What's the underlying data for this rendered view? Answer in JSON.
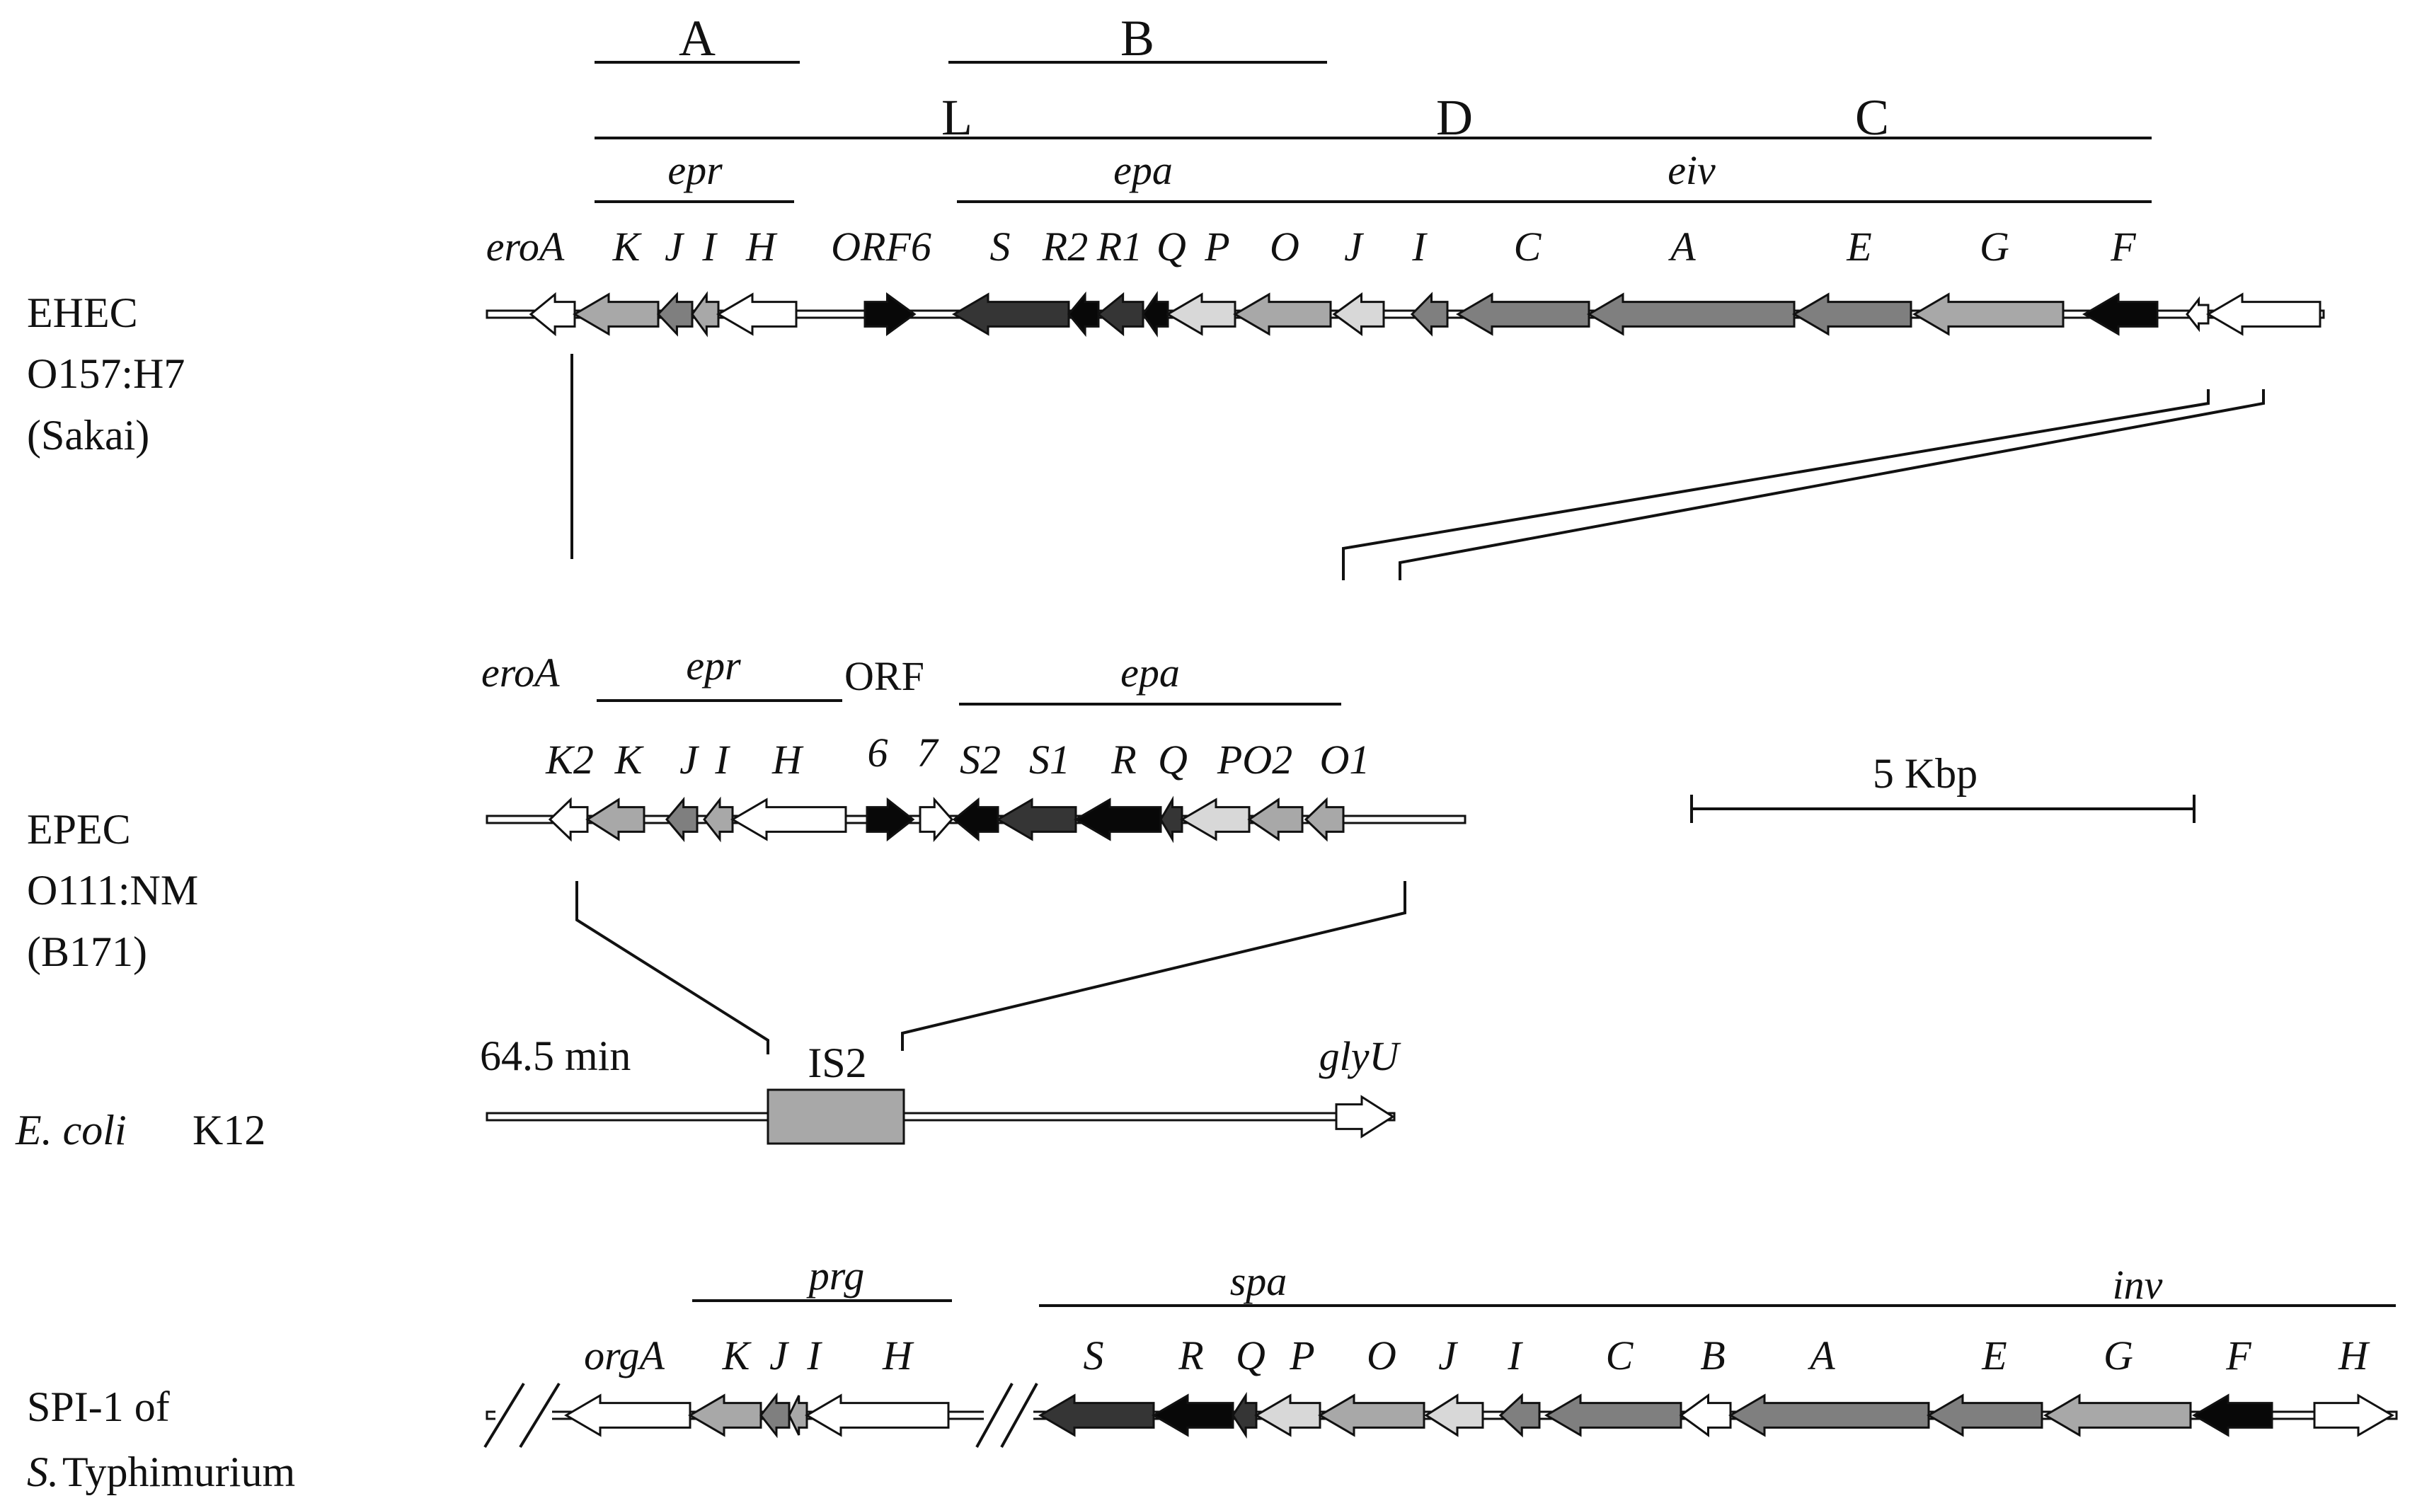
{
  "colors": {
    "white": "#ffffff",
    "light": "#d8d8d8",
    "mid": "#a8a8a8",
    "dark": "#7f7f7f",
    "vdark": "#353535",
    "black": "#080808",
    "line": "#111111"
  },
  "strains": {
    "ehec": [
      "EHEC",
      "O157:H7",
      "(Sakai)"
    ],
    "epec": [
      "EPEC",
      "O111:NM",
      "(B171)"
    ],
    "ecoli": {
      "name": "E. coli",
      "strain": "K12"
    },
    "spi": {
      "prefix": "SPI-1 of",
      "genus": "S.",
      "species": "Typhimurium"
    }
  },
  "ehec": {
    "regions": {
      "A": "A",
      "B": "B",
      "L": "L",
      "D": "D",
      "C": "C"
    },
    "operons": {
      "epr": "epr",
      "epa": "epa",
      "eiv": "eiv"
    },
    "genes": {
      "eroA": "eroA",
      "K": "K",
      "J": "J",
      "I": "I",
      "H": "H",
      "ORF6": "ORF6",
      "S": "S",
      "R2": "R2",
      "R1": "R1",
      "Q": "Q",
      "P": "P",
      "O": "O",
      "J2": "J",
      "I2": "I",
      "C": "C",
      "A": "A",
      "E": "E",
      "G": "G",
      "F": "F"
    }
  },
  "epec": {
    "operons": {
      "eroA": "eroA",
      "epr": "epr",
      "orf": "ORF",
      "epa": "epa"
    },
    "genes": {
      "K2": "K2",
      "K": "K",
      "J": "J",
      "I": "I",
      "H": "H",
      "n6": "6",
      "n7": "7",
      "S2": "S2",
      "S1": "S1",
      "R": "R",
      "Q": "Q",
      "PO2": "PO2",
      "O1": "O1"
    }
  },
  "scale": {
    "label": "5 Kbp"
  },
  "ecoli": {
    "position": "64.5 min",
    "is2": "IS2",
    "glyU": "glyU"
  },
  "spi": {
    "operons": {
      "prg": "prg",
      "spa": "spa",
      "inv": "inv"
    },
    "genes": {
      "orgA": "orgA",
      "K": "K",
      "J": "J",
      "I": "I",
      "H": "H",
      "S": "S",
      "R": "R",
      "Q": "Q",
      "P": "P",
      "O": "O",
      "J2": "J",
      "I2": "I",
      "C": "C",
      "B": "B",
      "A": "A",
      "E": "E",
      "G": "G",
      "F": "F",
      "H2": "H"
    }
  }
}
